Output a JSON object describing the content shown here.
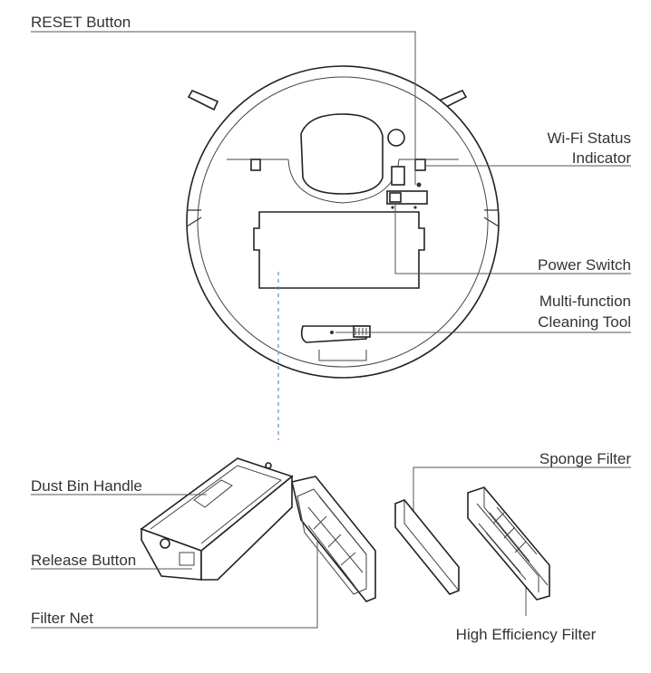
{
  "labels": {
    "reset_button": "RESET Button",
    "wifi_line1": "Wi-Fi Status",
    "wifi_line2": "Indicator",
    "power_switch": "Power Switch",
    "multi_line1": "Multi-function",
    "multi_line2": "Cleaning Tool",
    "dust_bin_handle": "Dust Bin Handle",
    "release_button": "Release Button",
    "filter_net": "Filter Net",
    "sponge_filter": "Sponge Filter",
    "high_efficiency_filter": "High Efficiency Filter"
  },
  "colors": {
    "line": "#333333",
    "guide_dashed": "#5b8fc7",
    "text": "#333333"
  }
}
